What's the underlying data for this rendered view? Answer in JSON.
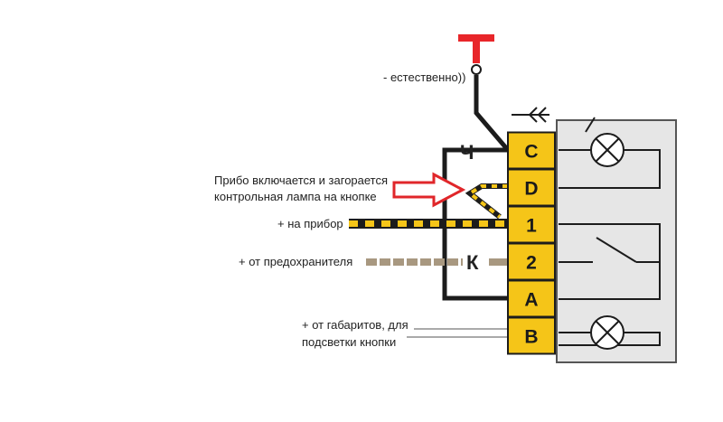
{
  "diagram": {
    "labels": {
      "naturally": "- естественно))",
      "device_on_line1": "Прибо включается и загорается",
      "device_on_line2": "контрольная лампа на кнопке",
      "to_device": "+ на прибор",
      "from_fuse": "+ от предохранителя",
      "from_lights_line1": "+ от габаритов, для",
      "from_lights_line2": "подсветки кнопки"
    },
    "wire_letters": {
      "ch": "Ч",
      "k": "К"
    },
    "pins": [
      "C",
      "D",
      "1",
      "2",
      "A",
      "B"
    ],
    "arrow_symbol": "≪",
    "colors": {
      "pin_fill": "#f5c518",
      "ground_red": "#e8262a",
      "arrow_red": "#e0262a",
      "wire_black": "#1c1c1c",
      "wire_brown": "#a89880",
      "body_fill": "#e6e6e6"
    }
  }
}
